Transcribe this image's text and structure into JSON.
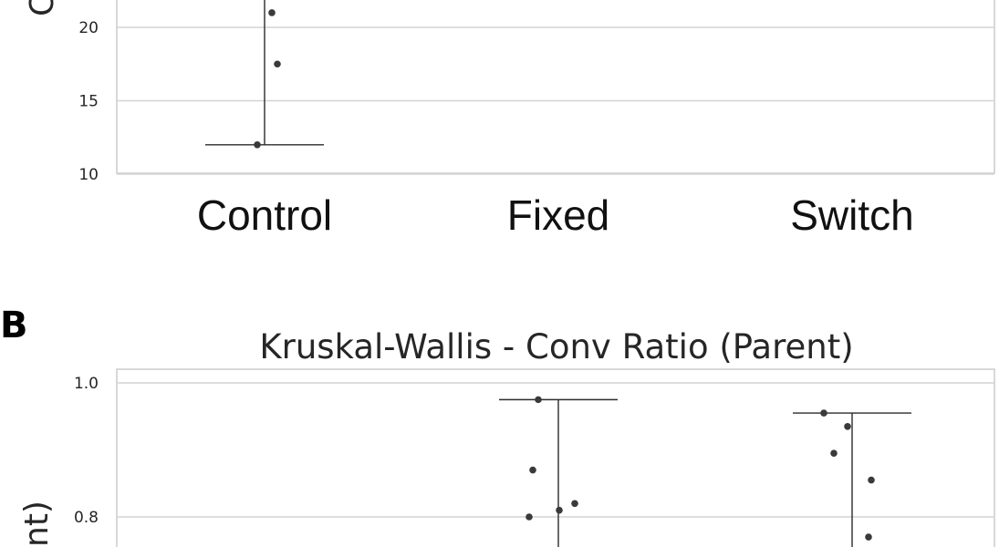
{
  "chart_data": [
    {
      "type": "scatter",
      "panel_label": "",
      "title": "",
      "ylabel_visible": "Co",
      "categories": [
        "Control",
        "Fixed",
        "Switch"
      ],
      "y_ticks": [
        "10",
        "15",
        "20"
      ],
      "ylim": [
        10,
        26
      ],
      "grid": true,
      "series": [
        {
          "category": "Control",
          "points": [
            21,
            17.5,
            12
          ],
          "whisker_min": 12
        }
      ]
    },
    {
      "type": "scatter",
      "panel_label": "B",
      "title": "Kruskal-Wallis - Conv Ratio (Parent)",
      "ylabel_visible": "nt)",
      "categories": [],
      "y_ticks": [
        "0.8",
        "1.0"
      ],
      "ylim": [
        0.7,
        1.02
      ],
      "grid": true,
      "series": [
        {
          "category": "Fixed",
          "points": [
            0.975,
            0.87,
            0.82,
            0.81,
            0.8
          ],
          "whisker_max": 0.975
        },
        {
          "category": "Switch",
          "points": [
            0.955,
            0.935,
            0.895,
            0.855,
            0.77
          ],
          "whisker_max": 0.955
        }
      ]
    }
  ]
}
